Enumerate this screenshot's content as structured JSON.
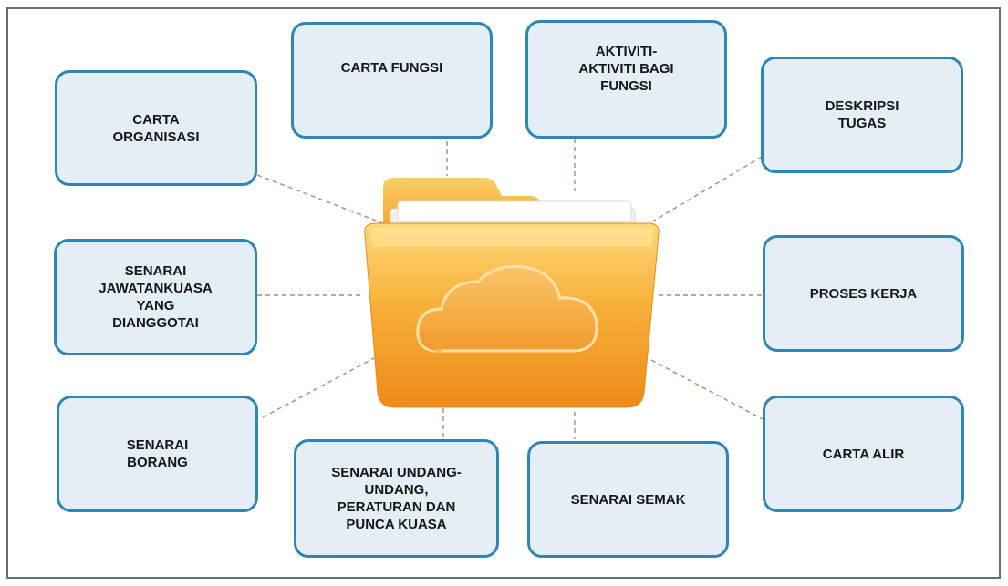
{
  "nodes": {
    "carta_organisasi": "CARTA\nORGANISASI",
    "carta_fungsi": "CARTA FUNGSI",
    "aktiviti": "AKTIVITI-\nAKTIVITI BAGI\nFUNGSI",
    "deskripsi_tugas": "DESKRIPSI\nTUGAS",
    "senarai_jawatankuasa": "SENARAI\nJAWATANKUASA\nYANG\nDIANGGOTAI",
    "proses_kerja": "PROSES KERJA",
    "senarai_borang": "SENARAI\nBORANG",
    "senarai_undang": "SENARAI UNDANG-\nUNDANG,\nPERATURAN DAN\nPUNCA KUASA",
    "senarai_semak": "SENARAI SEMAK",
    "carta_alir": "CARTA ALIR"
  },
  "center_icon": "folder-cloud-icon",
  "colors": {
    "box_border": "#2f86b6",
    "box_fill": "#e4eef5",
    "connector": "#c79a82",
    "folder_front": "#f6a623",
    "folder_back": "#f2b544"
  }
}
